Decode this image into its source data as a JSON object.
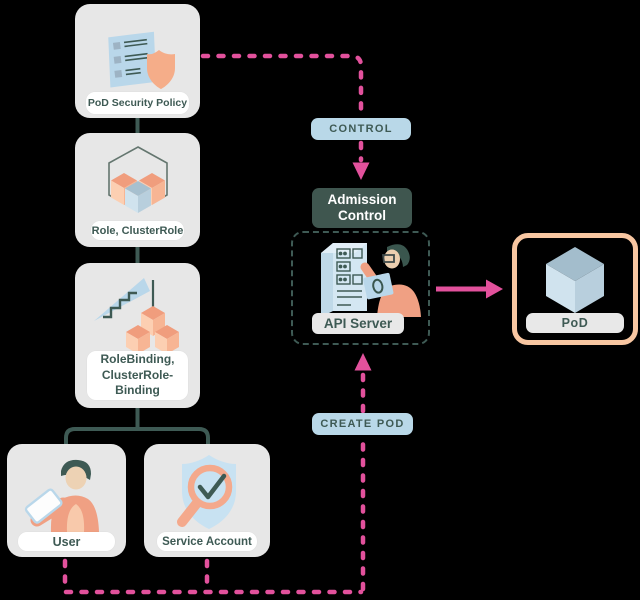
{
  "colors": {
    "bg": "#000000",
    "card": "#e7e7e7",
    "pill": "#ffffff",
    "gray-pill": "#e8e8e8",
    "teal": "#3e5a54",
    "pink": "#e2519c",
    "badge-bg": "#b9d8e8",
    "admission-bg": "#3f564f",
    "pod-border": "#f8c6a1",
    "peach": "#f5ad89",
    "light-blue": "#b9d7ea"
  },
  "nodes": {
    "psp": {
      "label": "PoD Security Policy",
      "icon": "policy-document-shield-icon"
    },
    "role": {
      "label": "Role, ClusterRole",
      "icon": "hexagon-cubes-icon"
    },
    "role_binding": {
      "label": "RoleBinding, ClusterRole-Binding",
      "icon": "crane-cubes-icon"
    },
    "user": {
      "label": "User",
      "icon": "person-tablet-icon"
    },
    "service_account": {
      "label": "Service Account",
      "icon": "shield-magnifier-check-icon"
    },
    "admission_control": {
      "label": "Admission Control"
    },
    "api_server": {
      "label": "API Server",
      "icon": "server-operator-icon"
    },
    "pod": {
      "label": "PoD",
      "icon": "cube-icon"
    }
  },
  "badges": {
    "control": "CONTROL",
    "create_pod": "CREATE POD"
  },
  "edges": [
    {
      "from": "psp",
      "to": "role",
      "style": "solid-teal"
    },
    {
      "from": "role",
      "to": "role_binding",
      "style": "solid-teal"
    },
    {
      "from": "role_binding",
      "to": "user",
      "style": "solid-teal-tree"
    },
    {
      "from": "role_binding",
      "to": "service_account",
      "style": "solid-teal-tree"
    },
    {
      "from": "psp",
      "to": "admission_control",
      "label": "CONTROL",
      "style": "dashed-pink-arrow"
    },
    {
      "from": "user",
      "to": "api_server",
      "label": "CREATE POD",
      "style": "dashed-pink-arrow"
    },
    {
      "from": "service_account",
      "to": "api_server",
      "label": "CREATE POD",
      "style": "dashed-pink-arrow"
    },
    {
      "from": "api_server",
      "to": "pod",
      "style": "solid-pink-arrow"
    }
  ]
}
